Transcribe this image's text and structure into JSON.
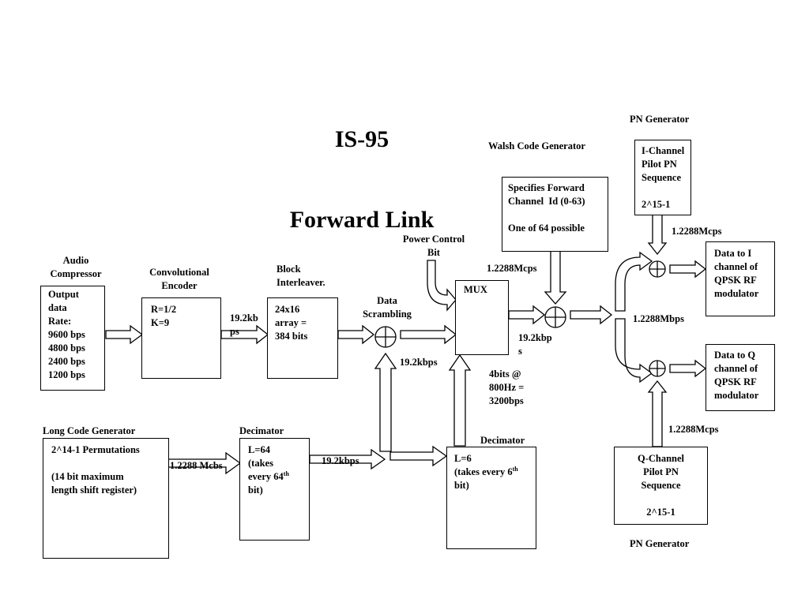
{
  "title": {
    "line1": "IS-95",
    "line2": "Forward Link"
  },
  "blocks": {
    "audio_compressor": {
      "heading": "Audio\nCompressor",
      "text": "Output\ndata\nRate:\n9600 bps\n4800 bps\n2400 bps\n1200 bps"
    },
    "conv_encoder": {
      "heading": "Convolutional\nEncoder",
      "text": "R=1/2\nK=9"
    },
    "block_interleaver": {
      "heading": "Block\nInterleaver.",
      "text": "24x16\narray =\n384 bits"
    },
    "data_scrambling": {
      "heading": "Data\nScrambling"
    },
    "power_control": {
      "heading": "Power Control\nBit"
    },
    "mux": {
      "label": "MUX"
    },
    "walsh": {
      "heading": "Walsh Code Generator",
      "text": "Specifies Forward\nChannel  Id (0-63)\n\nOne of 64 possible"
    },
    "pn_i": {
      "heading": "PN Generator",
      "text": "I-Channel\nPilot PN\nSequence\n\n2^15-1"
    },
    "pn_q": {
      "heading": "PN Generator",
      "text": "Q-Channel\nPilot PN\nSequence\n\n2^15-1"
    },
    "out_i": {
      "text": "Data to I\nchannel of\nQPSK RF\nmodulator"
    },
    "out_q": {
      "text": "Data to Q\nchannel of\nQPSK RF\nmodulator"
    },
    "long_code": {
      "heading": "Long Code Generator",
      "text_line1": "2^14-1 Permutations",
      "text_line2": "(14 bit maximum\nlength shift register)"
    },
    "decimator1": {
      "heading": "Decimator",
      "text_pre": "L=64\n(takes\nevery 64",
      "text_sup": "th",
      "text_post": "bit)"
    },
    "decimator2": {
      "heading": "Decimator",
      "text_pre": "L=6\n(takes every 6",
      "text_sup": "th",
      "text_post": "bit)"
    }
  },
  "rates": {
    "conv_to_interleaver": "19.2kb\nps",
    "scrambler_to_mux": "19.2kbps",
    "mux_input": "1.2288Mcps",
    "mux_output": "19.2kbp\ns",
    "power_control_rate": "4bits @\n800Hz =\n3200bps",
    "pn_i_rate": "1.2288Mcps",
    "spread_output": "1.2288Mbps",
    "pn_q_rate": "1.2288Mcps",
    "long_code_rate": "1.2288 Mcbs",
    "decimator1_rate": "19.2kbps"
  }
}
